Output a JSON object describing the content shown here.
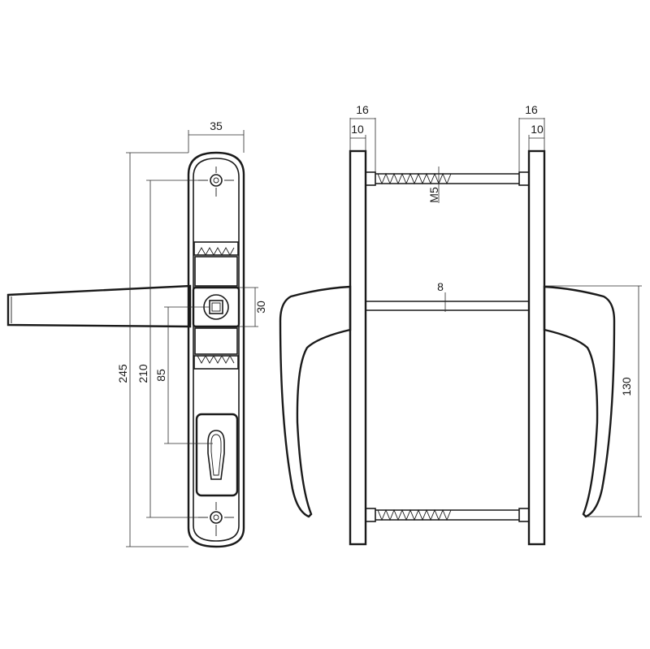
{
  "dimensions": {
    "plate_width": "35",
    "handle_bore": "30",
    "overall_length": "245",
    "screw_spacing": "210",
    "backset_distance": "85",
    "left_outer_offset": "16",
    "left_inner_offset": "10",
    "right_outer_offset": "16",
    "right_inner_offset": "10",
    "thread_size": "M5",
    "spindle_size": "8",
    "handle_length": "130"
  }
}
